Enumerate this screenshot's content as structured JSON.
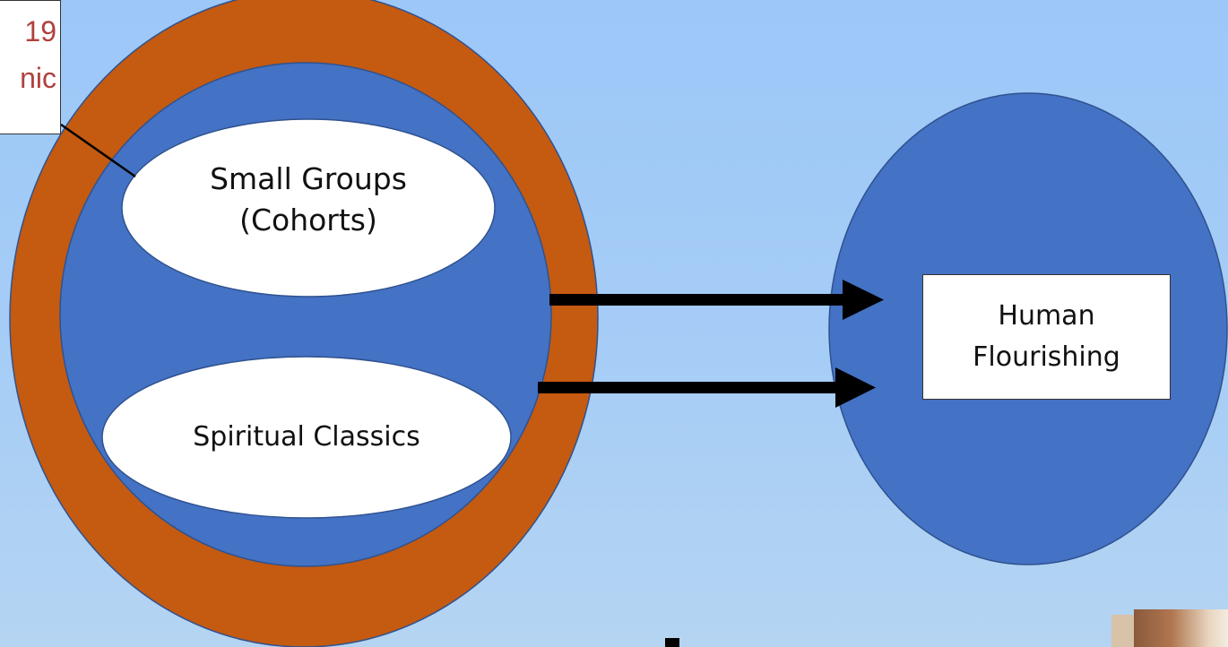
{
  "callout": {
    "line1": "19",
    "line2": "nic"
  },
  "outer_group": {
    "items": [
      {
        "line1": "Small Groups",
        "line2": "(Cohorts)"
      },
      {
        "line1": "Spiritual Classics"
      }
    ]
  },
  "outcome": {
    "line1": "Human",
    "line2": "Flourishing"
  },
  "colors": {
    "background": "#a3cbf6",
    "ring": "#c55a11",
    "circle": "#4472c4",
    "ellipse": "#ffffff",
    "arrow": "#000000",
    "callout_text": "#b0413e"
  }
}
